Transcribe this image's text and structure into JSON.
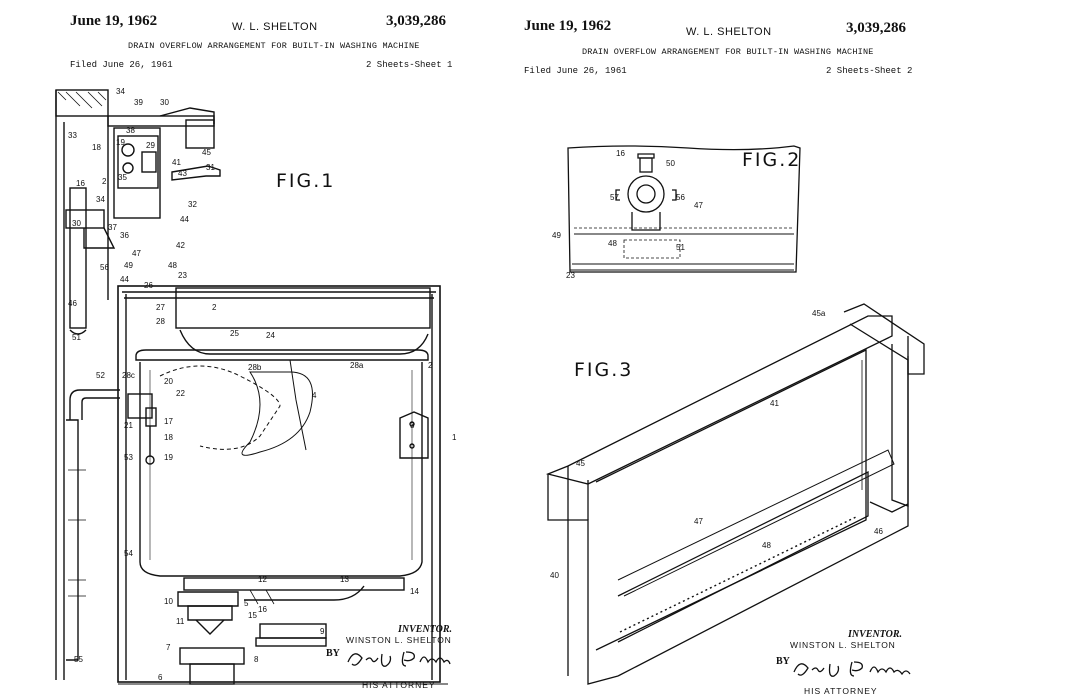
{
  "sheet1": {
    "date": "June 19, 1962",
    "inventor_header": "W. L. SHELTON",
    "patent_number": "3,039,286",
    "title": "DRAIN OVERFLOW ARRANGEMENT FOR BUILT-IN WASHING MACHINE",
    "filed": "Filed June 26, 1961",
    "sheet_label": "2 Sheets-Sheet 1",
    "figure_label": "FIG.1",
    "inventor_caption": "INVENTOR.",
    "inventor_name": "WINSTON L. SHELTON",
    "by_label": "BY",
    "attorney_caption": "HIS ATTORNEY",
    "reference_numerals": [
      "34",
      "39",
      "30",
      "33",
      "38",
      "29",
      "18",
      "19",
      "41",
      "43",
      "45",
      "31",
      "35",
      "32",
      "2",
      "16",
      "34",
      "30",
      "37",
      "36",
      "44",
      "42",
      "56",
      "47",
      "49",
      "48",
      "23",
      "44",
      "26",
      "27",
      "28",
      "46",
      "51",
      "2",
      "25",
      "24",
      "52",
      "28c",
      "20",
      "28b",
      "28a",
      "2",
      "22",
      "4",
      "3",
      "17",
      "21",
      "18",
      "19",
      "53",
      "1",
      "54",
      "12",
      "13",
      "10",
      "14",
      "5",
      "16",
      "15",
      "11",
      "9",
      "7",
      "8",
      "55",
      "6"
    ]
  },
  "sheet2": {
    "date": "June 19, 1962",
    "inventor_header": "W. L. SHELTON",
    "patent_number": "3,039,286",
    "title": "DRAIN OVERFLOW ARRANGEMENT FOR BUILT-IN WASHING MACHINE",
    "filed": "Filed June 26, 1961",
    "sheet_label": "2 Sheets-Sheet 2",
    "figure_label_2": "FIG.2",
    "figure_label_3": "FIG.3",
    "inventor_caption": "INVENTOR.",
    "inventor_name": "WINSTON L. SHELTON",
    "by_label": "BY",
    "attorney_caption": "HIS ATTORNEY",
    "reference_numerals": [
      "16",
      "50",
      "57",
      "56",
      "47",
      "49",
      "48",
      "51",
      "23",
      "45a",
      "41",
      "45",
      "47",
      "48",
      "46",
      "40"
    ]
  },
  "colors": {
    "ink": "#111111",
    "paper": "#ffffff"
  }
}
